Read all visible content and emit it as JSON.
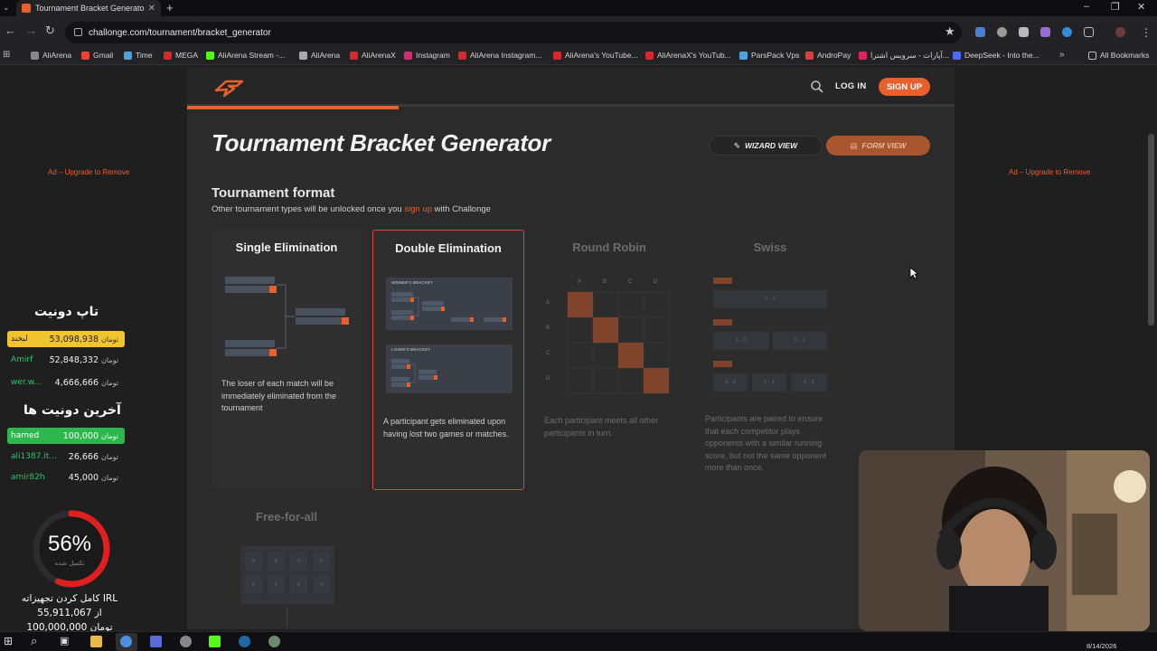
{
  "browser": {
    "tab_title": "Tournament Bracket Generato",
    "url": "challonge.com/tournament/bracket_generator",
    "bookmarks": [
      {
        "label": "AliArena",
        "color": "#888888"
      },
      {
        "label": "Gmail",
        "color": "#ea4335"
      },
      {
        "label": "Time",
        "color": "#4aa3df"
      },
      {
        "label": "MEGA",
        "color": "#d9272e"
      },
      {
        "label": "AliArena Stream -...",
        "color": "#53fc18"
      },
      {
        "label": "AliArena",
        "color": "#aaaaaa"
      },
      {
        "label": "AliArenaX",
        "color": "#d9272e"
      },
      {
        "label": "Instagram",
        "color": "#d62976"
      },
      {
        "label": "AliArena Instagram...",
        "color": "#d9272e"
      },
      {
        "label": "AliArena's YouTube...",
        "color": "#d9272e"
      },
      {
        "label": "AliArenaX's YouTub...",
        "color": "#d9272e"
      },
      {
        "label": "ParsPack Vps",
        "color": "#4aa3df"
      },
      {
        "label": "AndroPay",
        "color": "#e03c3c"
      },
      {
        "label": "آپارات - سرویس اشترا...",
        "color": "#e0245e"
      },
      {
        "label": "DeepSeek - Into the...",
        "color": "#4d6bfe"
      }
    ],
    "all_bookmarks": "All Bookmarks"
  },
  "site": {
    "login": "LOG IN",
    "signup": "SIGN UP",
    "title": "Tournament Bracket Generator",
    "wizard_view": "WIZARD VIEW",
    "form_view": "FORM VIEW",
    "format_heading": "Tournament format",
    "format_sub_before": "Other tournament types will be unlocked once you ",
    "format_sub_link": "sign up",
    "format_sub_after": " with Challonge",
    "ad_text": "Ad – Upgrade to Remove",
    "cards": [
      {
        "title": "Single Elimination",
        "desc": "The loser of each match will be immediately eliminated from the tournament"
      },
      {
        "title": "Double Elimination",
        "desc": "A participant gets eliminated upon having lost two games or matches.",
        "winners": "WINNER'S BRACKET",
        "losers": "LOSER'S BRACKET"
      },
      {
        "title": "Round Robin",
        "desc": "Each participant meets all other participants in turn.",
        "cols": [
          "A",
          "B",
          "C",
          "D"
        ]
      },
      {
        "title": "Swiss",
        "desc": "Participants are paired to ensure that each competitor plays opponents with a similar running score, but not the same opponent more than once.",
        "scores": [
          "0 - 0",
          "1 - 0",
          "0 - 1",
          "2 - 0",
          "1 - 1",
          "0 - 2"
        ]
      },
      {
        "title": "Free-for-all",
        "cells": [
          "A",
          "B",
          "C",
          "D",
          "E",
          "F",
          "G",
          "H"
        ]
      }
    ]
  },
  "donations": {
    "top_title": "تاپ دونیت",
    "top": [
      {
        "name": "لبخند",
        "amount": "53,098,938",
        "unit": "تومان"
      },
      {
        "name": "Amirf",
        "amount": "52,848,332",
        "unit": "تومان"
      },
      {
        "name": "wer.w...",
        "amount": "4,666,666",
        "unit": "تومان"
      }
    ],
    "last_title": "آخرین دونیت ها",
    "last": [
      {
        "name": "hamed",
        "amount": "100,000",
        "unit": "تومان"
      },
      {
        "name": "ali1387.it...",
        "amount": "26,666",
        "unit": "تومان"
      },
      {
        "name": "amir82h",
        "amount": "45,000",
        "unit": "تومان"
      }
    ],
    "progress_percent": 56,
    "progress_label": "56%",
    "progress_sub": "تکمیل شده",
    "goal_title": "کامل کردن تجهیزاته IRL",
    "goal_current": "55,911,067 از",
    "goal_total": "100,000,000 تومان"
  },
  "taskbar": {
    "date": "8/14/2026"
  },
  "colors": {
    "accent": "#e8602c",
    "selected_border": "#e0463a"
  }
}
